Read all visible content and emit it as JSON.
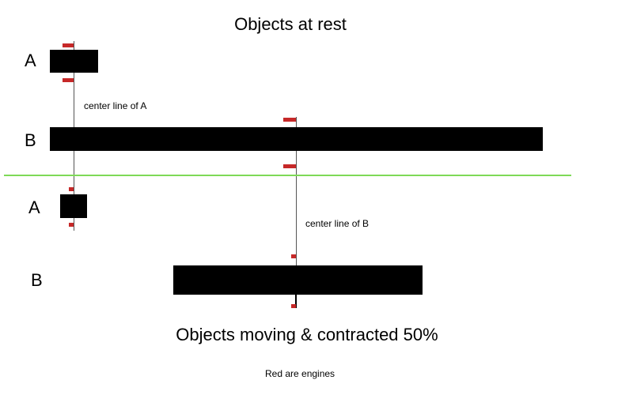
{
  "title_top": "Objects at rest",
  "title_bottom": "Objects moving & contracted 50%",
  "footnote": "Red are engines",
  "rest": {
    "label_a": "A",
    "label_b": "B",
    "center_line_a": "center line of A"
  },
  "moving": {
    "label_a": "A",
    "label_b": "B",
    "center_line_b": "center line of B"
  },
  "contraction_percent": 50,
  "colors": {
    "engine": "#c62828",
    "object": "#000000",
    "divider": "#7ed957"
  }
}
